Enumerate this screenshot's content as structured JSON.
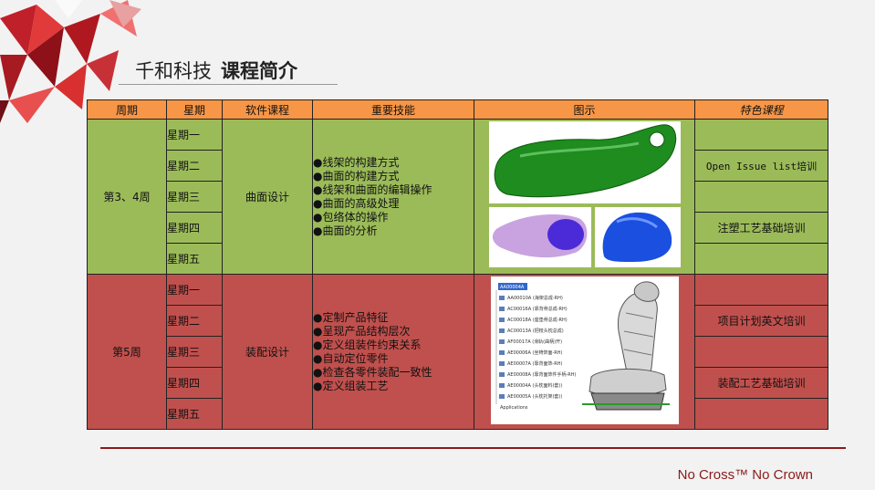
{
  "header": {
    "company": "千和科技",
    "subject": "课程简介"
  },
  "table": {
    "headers": [
      "周期",
      "星期",
      "软件课程",
      "重要技能",
      "图示",
      "特色课程"
    ],
    "blocks": [
      {
        "period": "第3、4周",
        "course": "曲面设计",
        "days": [
          "星期一",
          "星期二",
          "星期三",
          "星期四",
          "星期五"
        ],
        "skills": [
          "●线架的构建方式",
          "●曲面的构建方式",
          "●线架和曲面的编辑操作",
          "●曲面的高级处理",
          "●包络体的操作",
          "●曲面的分析"
        ],
        "special": [
          "",
          "Open Issue list培训",
          "",
          "注塑工艺基础培训",
          ""
        ]
      },
      {
        "period": "第5周",
        "course": "装配设计",
        "days": [
          "星期一",
          "星期二",
          "星期三",
          "星期四",
          "星期五"
        ],
        "skills": [
          "●定制产品特征",
          "●呈现产品结构层次",
          "●定义组装件约束关系",
          "●自动定位零件",
          "●检查各零件装配一致性",
          "●定义组装工艺"
        ],
        "special": [
          "",
          "项目计划英文培训",
          "",
          "装配工艺基础培训",
          ""
        ]
      }
    ]
  },
  "tree": {
    "root": "AA00004A",
    "items": [
      "AA00010A (海架总成-RH)",
      "AC00016A (靠背骨总成-RH)",
      "AC00018A (座垫骨总成-RH)",
      "AC00013A (把枝头枕总成)",
      "AF00017A (滑轨(曲柄)开)",
      "AE00006A (坐椅饰面-RH)",
      "AE00007A (靠背面饰-RH)",
      "AE00008A (靠背面饰件手柄-RH)",
      "AE00004A (头枕面料(套))",
      "AE00005A (头枕托架(套))"
    ],
    "footer": "Applications"
  },
  "footer": {
    "slogan": "No Cross™  No Crown"
  }
}
